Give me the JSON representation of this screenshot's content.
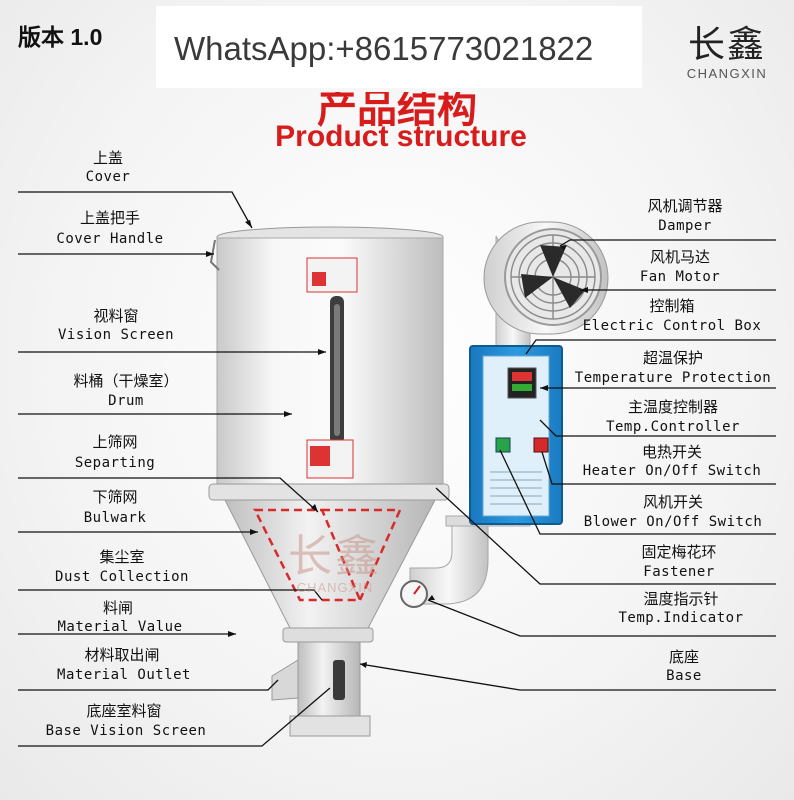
{
  "header": {
    "version": "版本 1.0",
    "contact": "WhatsApp:+8615773021822",
    "brand_cn": "长鑫",
    "brand_en": "CHANGXIN"
  },
  "title": {
    "cn": "产品结构",
    "en": "Product structure"
  },
  "watermark": {
    "cn": "长鑫",
    "en": "CHANGXIN"
  },
  "labels_left": [
    {
      "cn": "上盖",
      "en": "Cover"
    },
    {
      "cn": "上盖把手",
      "en": "Cover Handle"
    },
    {
      "cn": "视料窗",
      "en": "Vision Screen"
    },
    {
      "cn": "料桶（干燥室）",
      "en": "Drum"
    },
    {
      "cn": "上筛网",
      "en": "Separting"
    },
    {
      "cn": "下筛网",
      "en": "Bulwark"
    },
    {
      "cn": "集尘室",
      "en": "Dust Collection"
    },
    {
      "cn": "料闸",
      "en": "Material Value"
    },
    {
      "cn": "材料取出闸",
      "en": "Material Outlet"
    },
    {
      "cn": "底座室料窗",
      "en": "Base Vision Screen"
    }
  ],
  "labels_right": [
    {
      "cn": "风机调节器",
      "en": "Damper"
    },
    {
      "cn": "风机马达",
      "en": "Fan Motor"
    },
    {
      "cn": "控制箱",
      "en": "Electric Control Box"
    },
    {
      "cn": "超温保护",
      "en": "Temperature Protection"
    },
    {
      "cn": "主温度控制器",
      "en": "Temp.Controller"
    },
    {
      "cn": "电热开关",
      "en": "Heater On/Off Switch"
    },
    {
      "cn": "风机开关",
      "en": "Blower On/Off Switch"
    },
    {
      "cn": "固定梅花环",
      "en": "Fastener"
    },
    {
      "cn": "温度指示针",
      "en": "Temp.Indicator"
    },
    {
      "cn": "底座",
      "en": "Base"
    }
  ],
  "colors": {
    "title_red": "#d81b1b",
    "panel_blue": "#1e8fd6",
    "body_white": "#f1f1f1",
    "line": "#111111",
    "hopper_dash": "#d92a2a"
  }
}
